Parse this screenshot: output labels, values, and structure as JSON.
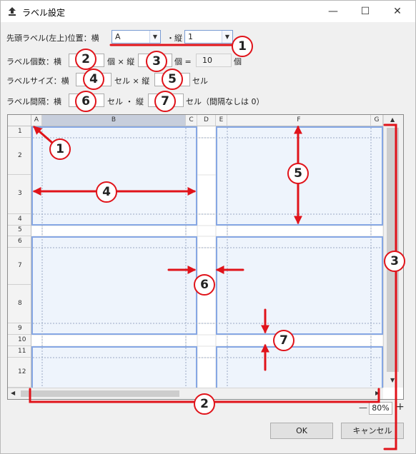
{
  "window": {
    "title": "ラベル設定",
    "minimize_glyph": "—",
    "maximize_glyph": "☐",
    "close_glyph": "✕"
  },
  "form": {
    "start_pos_label": "先頭ラベル(左上)位置：横",
    "start_col_value": "A",
    "dot_sep": "・",
    "vertical_label": "縦",
    "start_row_value": "1",
    "count_label": "ラベル個数：横",
    "count_x_unit": "個 × 縦",
    "count_y_unit": "個 =",
    "count_total": "10",
    "count_total_unit": "個",
    "size_label": "ラベルサイズ：横",
    "size_x_unit": "セル × 縦",
    "size_y_unit": "セル",
    "gap_label": "ラベル間隔：横",
    "gap_x_unit": "セル ・ 縦",
    "gap_y_unit": "セル（間隔なしは 0）"
  },
  "grid": {
    "columns": [
      "A",
      "B",
      "C",
      "D",
      "E",
      "F",
      "G"
    ],
    "rows": [
      "1",
      "2",
      "3",
      "4",
      "5",
      "6",
      "7",
      "8",
      "9",
      "10",
      "11",
      "12"
    ]
  },
  "zoom": {
    "minus": "—",
    "value": "80%",
    "plus": "+"
  },
  "buttons": {
    "ok": "OK",
    "cancel": "キャンセル"
  },
  "callouts": [
    "1",
    "2",
    "3",
    "4",
    "5",
    "6",
    "7",
    "1",
    "4",
    "5",
    "6",
    "7",
    "3",
    "2"
  ],
  "colors": {
    "annotation": "#e0131a",
    "label_border": "#86a7e4",
    "label_fill": "#eef4fc"
  }
}
